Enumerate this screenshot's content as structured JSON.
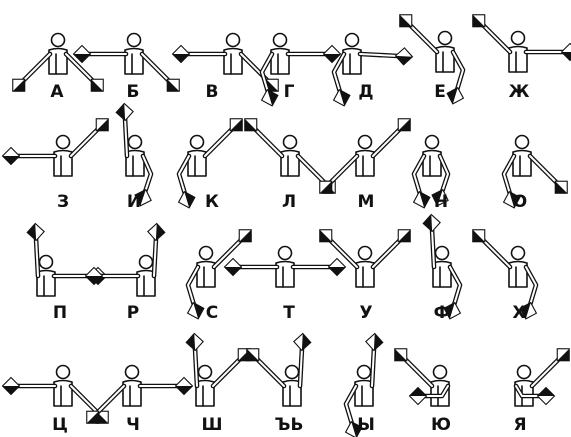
{
  "semaphore": {
    "letters": [
      "А",
      "Б",
      "В",
      "Г",
      "Д",
      "Е",
      "Ж",
      "З",
      "И",
      "К",
      "Л",
      "М",
      "Н",
      "О",
      "П",
      "Р",
      "С",
      "Т",
      "У",
      "Ф",
      "Х",
      "Ц",
      "Ч",
      "Ш",
      "ЪЬ",
      "Ы",
      "Ю",
      "Я"
    ],
    "icon": "flag-semaphore-figure",
    "colors": {
      "ink": "#111111",
      "flag_light": "#ffffff",
      "flag_dark": "#111111",
      "background": "#ffffff"
    }
  }
}
